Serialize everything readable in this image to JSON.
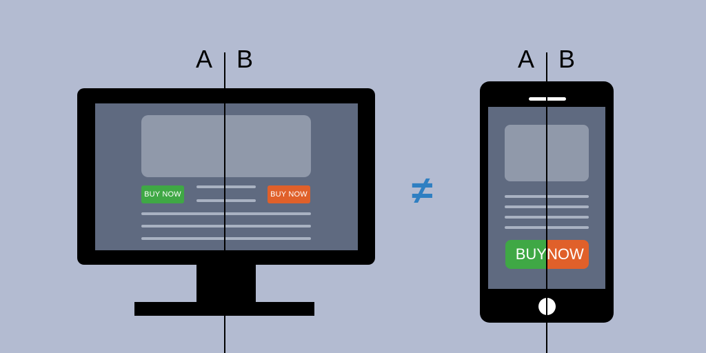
{
  "desktop": {
    "label_a": "A",
    "label_b": "B",
    "button_a_label": "BUY NOW",
    "button_b_label": "BUY NOW"
  },
  "mobile": {
    "label_a": "A",
    "label_b": "B",
    "button_part_a": "BUY",
    "button_part_b": "NOW"
  },
  "comparison_symbol": "≠",
  "colors": {
    "background": "#b3bbd1",
    "device": "#000000",
    "screen": "#5f6a80",
    "placeholder_block": "#9099aa",
    "variant_a_green": "#3fa845",
    "variant_b_orange": "#e0602a",
    "not_equal_blue": "#2f7fc2"
  }
}
